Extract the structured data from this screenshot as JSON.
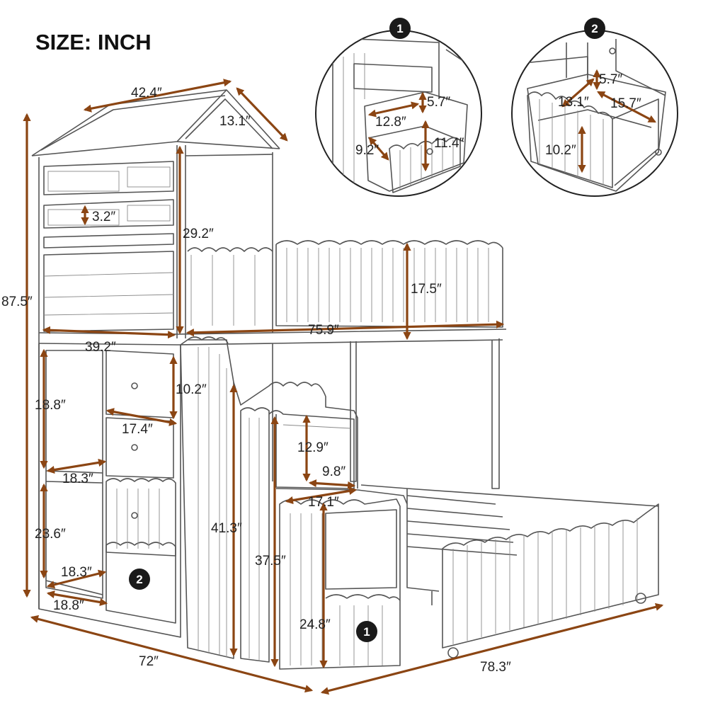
{
  "title": "SIZE: INCH",
  "colors": {
    "dimension": "#8b4513",
    "outline": "#555555",
    "badge": "#1a1a1a",
    "text": "#111111"
  },
  "badges": {
    "drawer_1": "1",
    "drawer_2": "2"
  },
  "dimensions": {
    "roof_width": "42.4″",
    "roof_depth": "13.1″",
    "total_height": "87.5″",
    "window_gap": "3.2″",
    "window_height": "29.2″",
    "guard_rail": "17.5″",
    "top_width": "39.2″",
    "top_length": "75.9″",
    "cabinet_upper": "18.8″",
    "cabinet_lower": "23.6″",
    "shelf_upper": "18.3″",
    "shelf_lower": "18.3″",
    "cabinet_depth": "18.8″",
    "drawer_front_height": "10.2″",
    "drawer_front_width": "17.4″",
    "step_height": "12.9″",
    "step_depth": "9.8″",
    "step_width": "17.1″",
    "stair_top_height": "41.3″",
    "stair_mid_height": "37.5″",
    "stair_low_height": "24.8″",
    "overall_width": "72″",
    "overall_length": "78.3″",
    "d1_depth": "12.8″",
    "d1_height": "5.7″",
    "d1_width": "9.2″",
    "d1_front": "11.4″",
    "d2_height": "5.7″",
    "d2_width": "13.1″",
    "d2_depth": "15.7″",
    "d2_front": "10.2″"
  }
}
